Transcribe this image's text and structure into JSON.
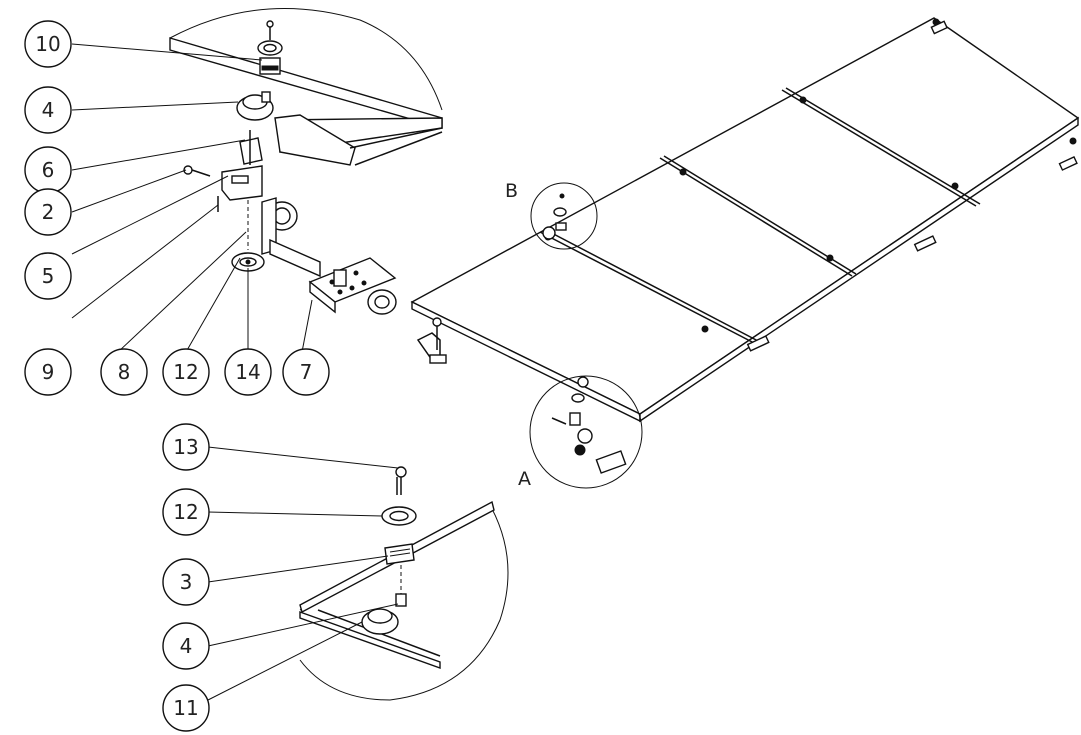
{
  "diagram": {
    "view_labels": {
      "detail_a": "A",
      "detail_b": "B"
    },
    "balloons": [
      {
        "id": "b10",
        "label": "10"
      },
      {
        "id": "b4a",
        "label": "4"
      },
      {
        "id": "b6",
        "label": "6"
      },
      {
        "id": "b2",
        "label": "2"
      },
      {
        "id": "b5",
        "label": "5"
      },
      {
        "id": "b9",
        "label": "9"
      },
      {
        "id": "b8",
        "label": "8"
      },
      {
        "id": "b12a",
        "label": "12"
      },
      {
        "id": "b14",
        "label": "14"
      },
      {
        "id": "b7",
        "label": "7"
      },
      {
        "id": "b13",
        "label": "13"
      },
      {
        "id": "b12b",
        "label": "12"
      },
      {
        "id": "b3",
        "label": "3"
      },
      {
        "id": "b4b",
        "label": "4"
      },
      {
        "id": "b11",
        "label": "11"
      }
    ]
  }
}
